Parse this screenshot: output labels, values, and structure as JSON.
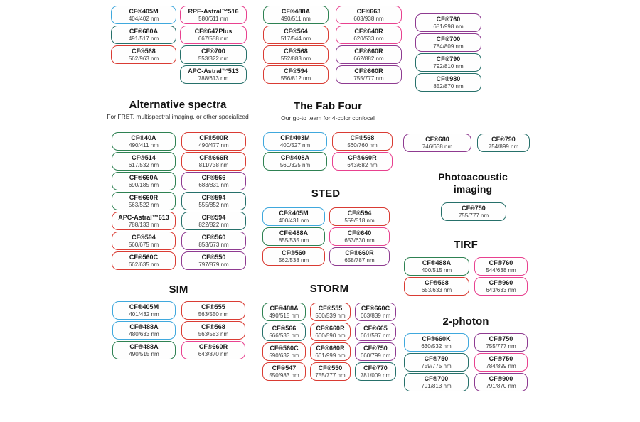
{
  "palette": {
    "blue": "#3fa8dd",
    "green": "#2e8152",
    "teal": "#26706a",
    "red": "#d93b33",
    "pink": "#e8418f",
    "purple": "#8e3a90"
  },
  "sections": [
    {
      "id": "top_left_group",
      "columns": [
        [
          {
            "name": "CF®405M",
            "value": "404/402 nm",
            "color": "blue"
          },
          {
            "name": "CF®680A",
            "value": "491/517 nm",
            "color": "teal"
          },
          {
            "name": "CF®568",
            "value": "562/963 nm",
            "color": "red"
          }
        ],
        [
          {
            "name": "RPE-Astral™516",
            "value": "580/611 nm",
            "color": "pink"
          },
          {
            "name": "CF®647Plus",
            "value": "667/558 nm",
            "color": "pink"
          },
          {
            "name": "CF®700",
            "value": "553/322 nm",
            "color": "teal"
          },
          {
            "name": "APC-Astral™513",
            "value": "788/613 nm",
            "color": "teal"
          }
        ]
      ]
    },
    {
      "id": "top_middle_group",
      "columns": [
        [
          {
            "name": "CF®488A",
            "value": "490/511 nm",
            "color": "green"
          },
          {
            "name": "CF®564",
            "value": "517/544 nm",
            "color": "red"
          },
          {
            "name": "CF®568",
            "value": "552/883 nm",
            "color": "red"
          },
          {
            "name": "CF®594",
            "value": "556/812 nm",
            "color": "red"
          }
        ],
        [
          {
            "name": "CF®663",
            "value": "603/938 nm",
            "color": "pink"
          },
          {
            "name": "CF®640R",
            "value": "620/533 nm",
            "color": "pink"
          },
          {
            "name": "CF®660R",
            "value": "662/882 nm",
            "color": "purple"
          },
          {
            "name": "CF®660R",
            "value": "755/777 nm",
            "color": "purple"
          }
        ]
      ]
    },
    {
      "id": "top_right_group",
      "columns": [
        [
          {
            "name": "CF®760",
            "value": "681/998 nm",
            "color": "purple"
          },
          {
            "name": "CF®700",
            "value": "784/809 nm",
            "color": "purple"
          },
          {
            "name": "CF®790",
            "value": "792/810 nm",
            "color": "teal"
          },
          {
            "name": "CF®980",
            "value": "852/870 nm",
            "color": "teal"
          }
        ]
      ]
    },
    {
      "id": "alternative_spectra",
      "title": "Alternative spectra",
      "subtitle": "For FRET, multispectral imaging, or other specialized",
      "columns": [
        [
          {
            "name": "CF®40A",
            "value": "490/411 nm",
            "color": "green"
          },
          {
            "name": "CF®514",
            "value": "617/532 nm",
            "color": "green"
          },
          {
            "name": "CF®660A",
            "value": "690/185 nm",
            "color": "green"
          },
          {
            "name": "CF®660R",
            "value": "563/522 nm",
            "color": "green"
          },
          {
            "name": "APC-Astral™613",
            "value": "788/133 nm",
            "color": "red"
          },
          {
            "name": "CF®594",
            "value": "560/675 nm",
            "color": "red"
          },
          {
            "name": "CF®560C",
            "value": "662/635 nm",
            "color": "red"
          }
        ],
        [
          {
            "name": "CF®500R",
            "value": "490/477 nm",
            "color": "red"
          },
          {
            "name": "CF®666R",
            "value": "811/738 nm",
            "color": "red"
          },
          {
            "name": "CF®566",
            "value": "683/831 nm",
            "color": "purple"
          },
          {
            "name": "CF®594",
            "value": "555/852 nm",
            "color": "teal"
          },
          {
            "name": "CF®594",
            "value": "822/822 nm",
            "color": "teal"
          },
          {
            "name": "CF®560",
            "value": "853/673 nm",
            "color": "purple"
          },
          {
            "name": "CF®550",
            "value": "797/879 nm",
            "color": "purple"
          }
        ]
      ]
    },
    {
      "id": "fab_four",
      "title": "The Fab Four",
      "subtitle": "Our go-to team for 4-color confocal",
      "columns": [
        [
          {
            "name": "CF®403M",
            "value": "400/527 nm",
            "color": "blue"
          },
          {
            "name": "CF®408A",
            "value": "560/325 nm",
            "color": "green"
          }
        ],
        [
          {
            "name": "CF®568",
            "value": "560/760 nm",
            "color": "red"
          },
          {
            "name": "CF®660R",
            "value": "643/682 nm",
            "color": "pink"
          }
        ]
      ]
    },
    {
      "id": "sted",
      "title": "STED",
      "columns": [
        [
          {
            "name": "CF®405M",
            "value": "400/431 nm",
            "color": "blue"
          },
          {
            "name": "CF®488A",
            "value": "855/535 nm",
            "color": "green"
          },
          {
            "name": "CF®560",
            "value": "562/538 nm",
            "color": "red"
          }
        ],
        [
          {
            "name": "CF®594",
            "value": "559/518 nm",
            "color": "red"
          },
          {
            "name": "CF®640",
            "value": "653/630 nm",
            "color": "pink"
          },
          {
            "name": "CF®660R",
            "value": "658/787 nm",
            "color": "purple"
          }
        ]
      ]
    },
    {
      "id": "nir_pair",
      "columns": [
        [
          {
            "name": "CF®680",
            "value": "746/638 nm",
            "color": "purple"
          }
        ],
        [
          {
            "name": "CF®790",
            "value": "754/899 nm",
            "color": "teal"
          }
        ]
      ]
    },
    {
      "id": "photoacoustic",
      "title": "Photoacoustic imaging",
      "columns": [
        [
          {
            "name": "CF®750",
            "value": "755/777 nm",
            "color": "teal"
          }
        ]
      ]
    },
    {
      "id": "tirf",
      "title": "TIRF",
      "columns": [
        [
          {
            "name": "CF®488A",
            "value": "400/515 nm",
            "color": "green"
          },
          {
            "name": "CF®568",
            "value": "653/633 nm",
            "color": "red"
          }
        ],
        [
          {
            "name": "CF®760",
            "value": "544/638 nm",
            "color": "pink"
          },
          {
            "name": "CF®960",
            "value": "643/633 nm",
            "color": "pink"
          }
        ]
      ]
    },
    {
      "id": "sim",
      "title": "SIM",
      "columns": [
        [
          {
            "name": "CF®405M",
            "value": "401/432 nm",
            "color": "blue"
          },
          {
            "name": "CF®488A",
            "value": "480/633 nm",
            "color": "blue"
          },
          {
            "name": "CF®488A",
            "value": "490/515 nm",
            "color": "green"
          }
        ],
        [
          {
            "name": "CF®555",
            "value": "563/550 nm",
            "color": "red"
          },
          {
            "name": "CF®568",
            "value": "563/583 nm",
            "color": "red"
          },
          {
            "name": "CF®660R",
            "value": "643/870 nm",
            "color": "pink"
          }
        ]
      ]
    },
    {
      "id": "storm",
      "title": "STORM",
      "columns": [
        [
          {
            "name": "CF®488A",
            "value": "490/515 nm",
            "color": "green"
          },
          {
            "name": "CF®566",
            "value": "566/533 nm",
            "color": "teal"
          },
          {
            "name": "CF®560C",
            "value": "590/632 nm",
            "color": "red"
          },
          {
            "name": "CF®547",
            "value": "550/983 nm",
            "color": "red"
          }
        ],
        [
          {
            "name": "CF®555",
            "value": "560/539 nm",
            "color": "red"
          },
          {
            "name": "CF®660R",
            "value": "660/590 nm",
            "color": "red"
          },
          {
            "name": "CF®660R",
            "value": "661/999 nm",
            "color": "red"
          },
          {
            "name": "CF®550",
            "value": "755/777 nm",
            "color": "red"
          }
        ],
        [
          {
            "name": "CF®660C",
            "value": "663/839 nm",
            "color": "purple"
          },
          {
            "name": "CF®665",
            "value": "661/587 nm",
            "color": "purple"
          },
          {
            "name": "CF®750",
            "value": "660/799 nm",
            "color": "purple"
          },
          {
            "name": "CF®770",
            "value": "781/009 nm",
            "color": "teal"
          }
        ]
      ]
    },
    {
      "id": "two_photon",
      "title": "2-photon",
      "columns": [
        [
          {
            "name": "CF®660K",
            "value": "630/532 nm",
            "color": "blue"
          },
          {
            "name": "CF®750",
            "value": "759/775 nm",
            "color": "teal"
          },
          {
            "name": "CF®700",
            "value": "791/813 nm",
            "color": "teal"
          }
        ],
        [
          {
            "name": "CF®750",
            "value": "755/777 nm",
            "color": "purple"
          },
          {
            "name": "CF®750",
            "value": "784/899 nm",
            "color": "pink"
          },
          {
            "name": "CF®900",
            "value": "791/870 nm",
            "color": "purple"
          }
        ]
      ]
    }
  ]
}
